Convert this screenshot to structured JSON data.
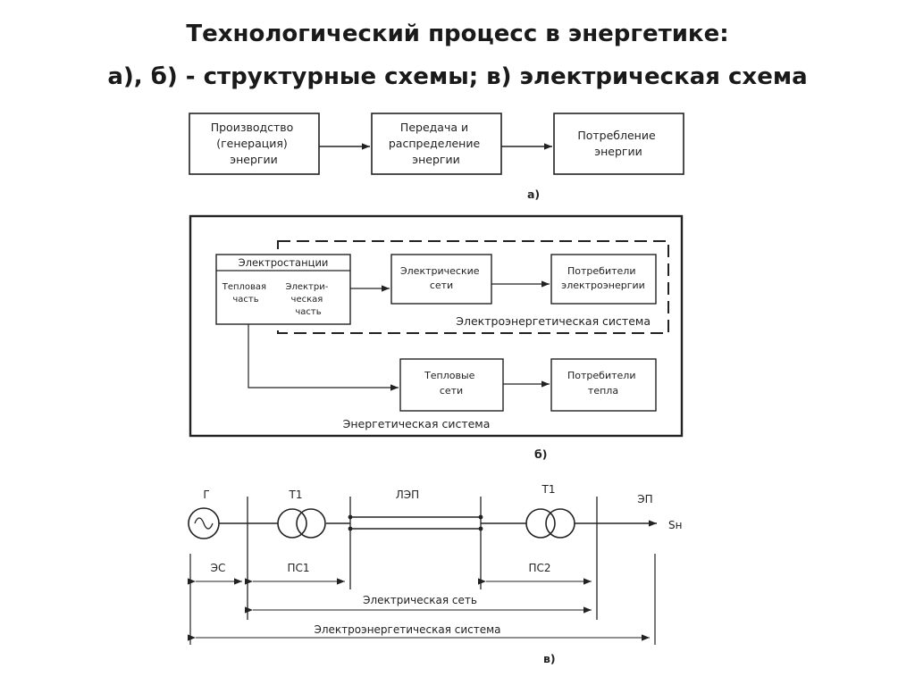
{
  "title": {
    "line1": "Технологический процесс в энергетике:",
    "line2": "а), б) -  структурные схемы; в) электрическая схема"
  },
  "scheme_a": {
    "box1": [
      "Производство",
      "(генерация)",
      "энергии"
    ],
    "box2": [
      "Передача и",
      "распределение",
      "энергии"
    ],
    "box3": [
      "Потребление",
      "энергии"
    ],
    "caption": "а)"
  },
  "scheme_b": {
    "plants_header": "Электростанции",
    "thermal_part": [
      "Тепловая",
      "часть"
    ],
    "electric_part": [
      "Электри-",
      "ческая",
      "часть"
    ],
    "electric_networks": [
      "Электрические",
      "сети"
    ],
    "electric_consumers": [
      "Потребители",
      "электроэнергии"
    ],
    "power_system_label": "Электроэнергетическая система",
    "heat_networks": [
      "Тепловые",
      "сети"
    ],
    "heat_consumers": [
      "Потребители",
      "тепла"
    ],
    "energy_system_label": "Энергетическая система",
    "caption": "б)"
  },
  "scheme_c": {
    "generator": "Г",
    "transformer1": "Т1",
    "line": "ЛЭП",
    "transformer2": "Т1",
    "load_label": "ЭП",
    "load_power": "Sн",
    "station": "ЭС",
    "substation1": "ПС1",
    "substation2": "ПС2",
    "network_label": "Электрическая сеть",
    "system_label": "Электроэнергетическая система",
    "caption": "в)"
  }
}
